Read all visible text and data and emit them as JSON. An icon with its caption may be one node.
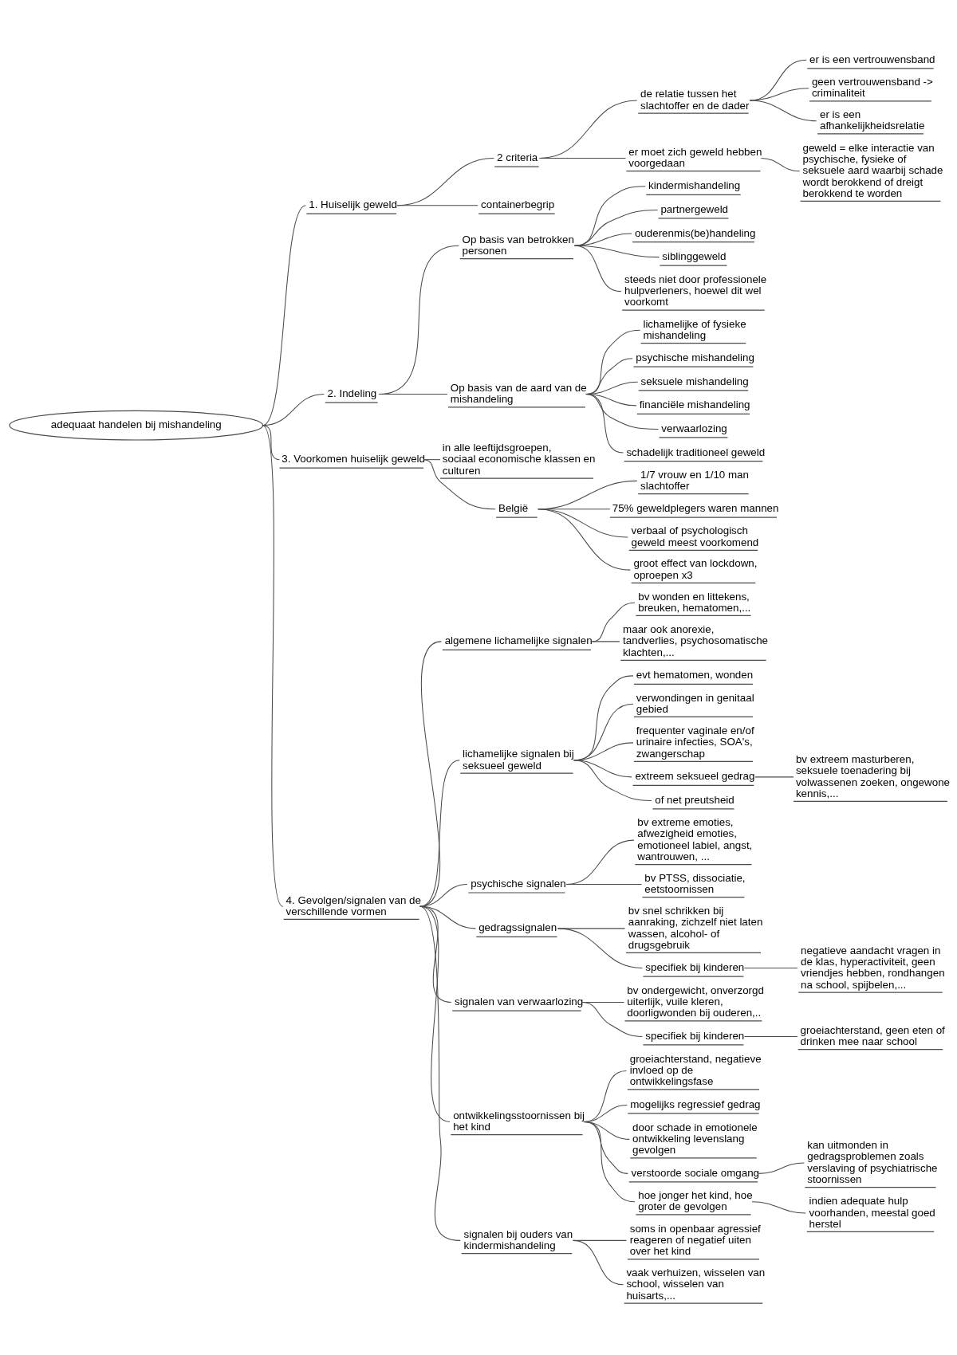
{
  "diagram": {
    "nodes": [
      {
        "text": [
          "adequaat handelen bij mishandeling"
        ]
      },
      {
        "text": [
          "1. Huiselijk geweld"
        ]
      },
      {
        "text": [
          "2 criteria"
        ]
      },
      {
        "text": [
          "de relatie tussen het slachtoffer en de dader"
        ]
      },
      {
        "text": [
          "er is een vertrouwensband"
        ]
      },
      {
        "text": [
          "geen vertrouwensband -> criminaliteit"
        ]
      },
      {
        "text": [
          "er is een afhankelijkheidsrelatie"
        ]
      },
      {
        "text": [
          "er moet zich geweld hebben voorgedaan"
        ]
      },
      {
        "text": [
          "geweld = elke interactie van psychische, fysieke of seksuele aard waarbij schade wordt berokkend of dreigt berokkend te worden"
        ]
      },
      {
        "text": [
          "containerbegrip"
        ]
      },
      {
        "text": [
          "2. Indeling"
        ]
      },
      {
        "text": [
          "Op basis van betrokken personen"
        ]
      },
      {
        "text": [
          "kindermishandeling"
        ]
      },
      {
        "text": [
          "partnergeweld"
        ]
      },
      {
        "text": [
          "ouderenmis(be)handeling"
        ]
      },
      {
        "text": [
          "siblinggeweld"
        ]
      },
      {
        "text": [
          "steeds niet door professionele hulpverleners, hoewel dit wel voorkomt"
        ]
      },
      {
        "text": [
          "Op basis van de aard van de mishandeling"
        ]
      },
      {
        "text": [
          "lichamelijke of fysieke mishandeling"
        ]
      },
      {
        "text": [
          "psychische mishandeling"
        ]
      },
      {
        "text": [
          "seksuele mishandeling"
        ]
      },
      {
        "text": [
          "financiële mishandeling"
        ]
      },
      {
        "text": [
          "verwaarlozing"
        ]
      },
      {
        "text": [
          "schadelijk traditioneel geweld"
        ]
      },
      {
        "text": [
          "3. Voorkomen huiselijk geweld"
        ]
      },
      {
        "text": [
          "in alle leeftijdsgroepen, sociaal economische klassen en culturen"
        ]
      },
      {
        "text": [
          "België"
        ]
      },
      {
        "text": [
          "1/7 vrouw en 1/10 man slachtoffer"
        ]
      },
      {
        "text": [
          "75% geweldplegers waren mannen"
        ]
      },
      {
        "text": [
          "verbaal of psychologisch geweld meest voorkomend"
        ]
      },
      {
        "text": [
          "groot effect van lockdown, oproepen x3"
        ]
      },
      {
        "text": [
          "4. Gevolgen/signalen van de verschillende vormen"
        ]
      },
      {
        "text": [
          "algemene lichamelijke signalen"
        ]
      },
      {
        "text": [
          "bv wonden en littekens, breuken, hematomen,..."
        ]
      },
      {
        "text": [
          "maar ook anorexie, tandverlies, psychosomatische klachten,..."
        ]
      },
      {
        "text": [
          "lichamelijke signalen bij seksueel geweld"
        ]
      },
      {
        "text": [
          "evt hematomen, wonden"
        ]
      },
      {
        "text": [
          "verwondingen in genitaal gebied"
        ]
      },
      {
        "text": [
          "frequenter vaginale en/of urinaire infecties, SOA's, zwangerschap"
        ]
      },
      {
        "text": [
          "extreem seksueel gedrag"
        ]
      },
      {
        "text": [
          "bv extreem masturberen, seksuele toenadering bij volwassenen zoeken, ongewone kennis,..."
        ]
      },
      {
        "text": [
          "of net preutsheid"
        ]
      },
      {
        "text": [
          "psychische signalen"
        ]
      },
      {
        "text": [
          "bv extreme emoties, afwezigheid emoties, emotioneel labiel, angst, wantrouwen, ..."
        ]
      },
      {
        "text": [
          "bv PTSS, dissociatie, eetstoornissen"
        ]
      },
      {
        "text": [
          "gedragssignalen"
        ]
      },
      {
        "text": [
          "bv snel schrikken bij aanraking, zichzelf niet laten wassen, alcohol- of drugsgebruik"
        ]
      },
      {
        "text": [
          "specifiek bij kinderen"
        ]
      },
      {
        "text": [
          "negatieve aandacht vragen in de klas, hyperactiviteit, geen vriendjes hebben, rondhangen na school, spijbelen,..."
        ]
      },
      {
        "text": [
          "signalen van verwaarlozing"
        ]
      },
      {
        "text": [
          "bv ondergewicht, onverzorgd uiterlijk, vuile kleren, doorligwonden bij ouderen,.."
        ]
      },
      {
        "text": [
          "specifiek bij kinderen"
        ]
      },
      {
        "text": [
          "groeiachterstand, geen eten of drinken mee naar school"
        ]
      },
      {
        "text": [
          "ontwikkelingsstoornissen bij het kind"
        ]
      },
      {
        "text": [
          "groeiachterstand, negatieve invloed op de ontwikkelingsfase"
        ]
      },
      {
        "text": [
          "mogelijks regressief gedrag"
        ]
      },
      {
        "text": [
          "door schade in emotionele ontwikkeling levenslang gevolgen"
        ]
      },
      {
        "text": [
          "verstoorde sociale omgang"
        ]
      },
      {
        "text": [
          "kan uitmonden in gedragsproblemen zoals verslaving of psychiatrische stoornissen"
        ]
      },
      {
        "text": [
          "hoe jonger het kind, hoe groter de gevolgen"
        ]
      },
      {
        "text": [
          "indien adequate hulp voorhanden, meestal goed herstel"
        ]
      },
      {
        "text": [
          "signalen bij ouders van kindermishandeling"
        ]
      },
      {
        "text": [
          "soms in openbaar agressief reageren of negatief uiten over het kind"
        ]
      },
      {
        "text": [
          "vaak verhuizen, wisselen van school, wisselen van huisarts,..."
        ]
      }
    ],
    "edges": [
      {
        "from": 0,
        "to": 1,
        "arrow": "none"
      },
      {
        "from": 1,
        "to": 2,
        "arrow": "none"
      },
      {
        "from": 2,
        "to": 3,
        "arrow": "none"
      },
      {
        "from": 3,
        "to": 4,
        "arrow": "none"
      },
      {
        "from": 3,
        "to": 5,
        "arrow": "none"
      },
      {
        "from": 3,
        "to": 6,
        "arrow": "none"
      },
      {
        "from": 2,
        "to": 7,
        "arrow": "none"
      },
      {
        "from": 7,
        "to": 8,
        "arrow": "none"
      },
      {
        "from": 1,
        "to": 9,
        "arrow": "none"
      },
      {
        "from": 0,
        "to": 10,
        "arrow": "none"
      },
      {
        "from": 10,
        "to": 11,
        "arrow": "none"
      },
      {
        "from": 11,
        "to": 12,
        "arrow": "none"
      },
      {
        "from": 11,
        "to": 13,
        "arrow": "none"
      },
      {
        "from": 11,
        "to": 14,
        "arrow": "none"
      },
      {
        "from": 11,
        "to": 15,
        "arrow": "none"
      },
      {
        "from": 11,
        "to": 16,
        "arrow": "none"
      },
      {
        "from": 10,
        "to": 17,
        "arrow": "none"
      },
      {
        "from": 17,
        "to": 18,
        "arrow": "none"
      },
      {
        "from": 17,
        "to": 19,
        "arrow": "none"
      },
      {
        "from": 17,
        "to": 20,
        "arrow": "none"
      },
      {
        "from": 17,
        "to": 21,
        "arrow": "none"
      },
      {
        "from": 17,
        "to": 22,
        "arrow": "none"
      },
      {
        "from": 17,
        "to": 23,
        "arrow": "none"
      },
      {
        "from": 0,
        "to": 24,
        "arrow": "none"
      },
      {
        "from": 24,
        "to": 25,
        "arrow": "none"
      },
      {
        "from": 24,
        "to": 26,
        "arrow": "none"
      },
      {
        "from": 26,
        "to": 27,
        "arrow": "none"
      },
      {
        "from": 26,
        "to": 28,
        "arrow": "none"
      },
      {
        "from": 26,
        "to": 29,
        "arrow": "none"
      },
      {
        "from": 26,
        "to": 30,
        "arrow": "none"
      },
      {
        "from": 0,
        "to": 31,
        "arrow": "none"
      },
      {
        "from": 31,
        "to": 32,
        "arrow": "none"
      },
      {
        "from": 32,
        "to": 33,
        "arrow": "none"
      },
      {
        "from": 32,
        "to": 34,
        "arrow": "none"
      },
      {
        "from": 31,
        "to": 35,
        "arrow": "none"
      },
      {
        "from": 35,
        "to": 36,
        "arrow": "none"
      },
      {
        "from": 35,
        "to": 37,
        "arrow": "none"
      },
      {
        "from": 35,
        "to": 38,
        "arrow": "none"
      },
      {
        "from": 35,
        "to": 39,
        "arrow": "none"
      },
      {
        "from": 39,
        "to": 40,
        "arrow": "none"
      },
      {
        "from": 35,
        "to": 41,
        "arrow": "none"
      },
      {
        "from": 31,
        "to": 42,
        "arrow": "none"
      },
      {
        "from": 42,
        "to": 43,
        "arrow": "none"
      },
      {
        "from": 42,
        "to": 44,
        "arrow": "none"
      },
      {
        "from": 31,
        "to": 45,
        "arrow": "none"
      },
      {
        "from": 45,
        "to": 46,
        "arrow": "none"
      },
      {
        "from": 45,
        "to": 47,
        "arrow": "none"
      },
      {
        "from": 47,
        "to": 48,
        "arrow": "none"
      },
      {
        "from": 31,
        "to": 49,
        "arrow": "none"
      },
      {
        "from": 49,
        "to": 50,
        "arrow": "none"
      },
      {
        "from": 49,
        "to": 51,
        "arrow": "none"
      },
      {
        "from": 51,
        "to": 52,
        "arrow": "none"
      },
      {
        "from": 31,
        "to": 53,
        "arrow": "none"
      },
      {
        "from": 53,
        "to": 54,
        "arrow": "none"
      },
      {
        "from": 53,
        "to": 55,
        "arrow": "none"
      },
      {
        "from": 53,
        "to": 56,
        "arrow": "none"
      },
      {
        "from": 53,
        "to": 57,
        "arrow": "none"
      },
      {
        "from": 57,
        "to": 58,
        "arrow": "none"
      },
      {
        "from": 53,
        "to": 59,
        "arrow": "none"
      },
      {
        "from": 59,
        "to": 60,
        "arrow": "none"
      },
      {
        "from": 31,
        "to": 61,
        "arrow": "none"
      },
      {
        "from": 61,
        "to": 62,
        "arrow": "none"
      },
      {
        "from": 61,
        "to": 63,
        "arrow": "none"
      }
    ]
  }
}
